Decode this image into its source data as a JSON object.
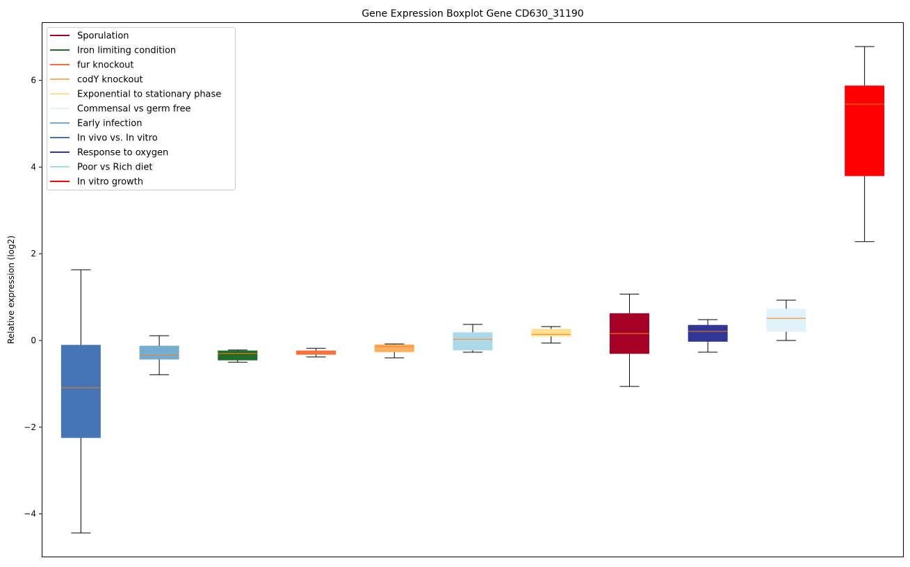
{
  "chart_data": {
    "type": "box",
    "title": "Gene Expression Boxplot Gene CD630_31190",
    "xlabel": "",
    "ylabel": "Relative expression (log2)",
    "ylim": [
      -5.0,
      7.34
    ],
    "yticks": [
      -4,
      -2,
      0,
      2,
      4,
      6
    ],
    "grid": false,
    "legend_position": "top-left",
    "legend": [
      {
        "label": "Sporulation",
        "color": "#a50026"
      },
      {
        "label": "Iron limiting condition",
        "color": "#236b2a"
      },
      {
        "label": "fur knockout",
        "color": "#f46d43"
      },
      {
        "label": "codY knockout",
        "color": "#fdae61"
      },
      {
        "label": "Exponential to stationary phase",
        "color": "#fee090"
      },
      {
        "label": "Commensal vs germ free",
        "color": "#e0f3f8"
      },
      {
        "label": "Early infection",
        "color": "#74add1"
      },
      {
        "label": "In vivo vs. In vitro",
        "color": "#4575b4"
      },
      {
        "label": "Response to oxygen",
        "color": "#313695"
      },
      {
        "label": "Poor vs Rich diet",
        "color": "#abd9e9"
      },
      {
        "label": "In vitro growth",
        "color": "#ff0000"
      }
    ],
    "boxes": [
      {
        "group": "In vivo vs. In vitro",
        "color": "#4575b4",
        "whislo": -4.44,
        "q1": -2.24,
        "med": -1.09,
        "q3": -0.11,
        "whishi": 1.63
      },
      {
        "group": "Early infection",
        "color": "#74add1",
        "whislo": -0.79,
        "q1": -0.43,
        "med": -0.34,
        "q3": -0.13,
        "whishi": 0.11
      },
      {
        "group": "Iron limiting condition",
        "color": "#236b2a",
        "whislo": -0.5,
        "q1": -0.45,
        "med": -0.3,
        "q3": -0.24,
        "whishi": -0.22
      },
      {
        "group": "fur knockout",
        "color": "#f46d43",
        "whislo": -0.38,
        "q1": -0.32,
        "med": -0.29,
        "q3": -0.24,
        "whishi": -0.18
      },
      {
        "group": "codY knockout",
        "color": "#fdae61",
        "whislo": -0.4,
        "q1": -0.26,
        "med": -0.14,
        "q3": -0.1,
        "whishi": -0.08
      },
      {
        "group": "Poor vs Rich diet",
        "color": "#abd9e9",
        "whislo": -0.27,
        "q1": -0.22,
        "med": 0.03,
        "q3": 0.18,
        "whishi": 0.37
      },
      {
        "group": "Exponential to stationary phase",
        "color": "#fee090",
        "whislo": -0.06,
        "q1": 0.1,
        "med": 0.14,
        "q3": 0.26,
        "whishi": 0.32
      },
      {
        "group": "Sporulation",
        "color": "#a50026",
        "whislo": -1.06,
        "q1": -0.3,
        "med": 0.16,
        "q3": 0.62,
        "whishi": 1.07
      },
      {
        "group": "Response to oxygen",
        "color": "#313695",
        "whislo": -0.27,
        "q1": -0.02,
        "med": 0.21,
        "q3": 0.35,
        "whishi": 0.48
      },
      {
        "group": "Commensal vs germ free",
        "color": "#e0f3f8",
        "whislo": 0.0,
        "q1": 0.21,
        "med": 0.51,
        "q3": 0.72,
        "whishi": 0.93
      },
      {
        "group": "In vitro growth",
        "color": "#ff0000",
        "whislo": 2.28,
        "q1": 3.8,
        "med": 5.45,
        "q3": 5.87,
        "whishi": 6.78
      }
    ],
    "median_color": "#ff7f0e"
  }
}
